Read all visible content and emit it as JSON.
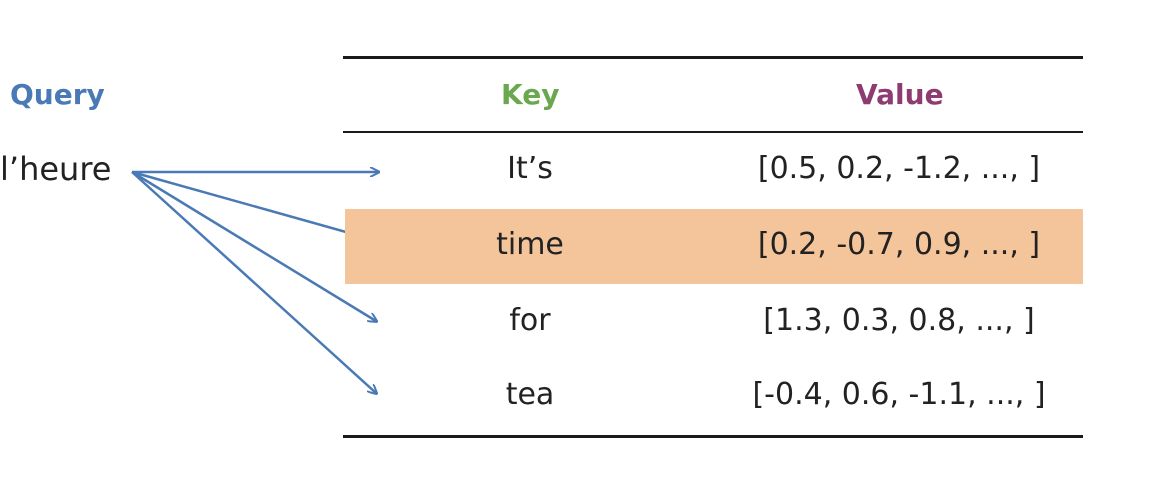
{
  "query": {
    "label": "Query",
    "word": "l’heure"
  },
  "table": {
    "headers": {
      "key": "Key",
      "value": "Value"
    },
    "rows": [
      {
        "key": "It’s",
        "value": "[0.5, 0.2, -1.2, ..., ]",
        "highlighted": false
      },
      {
        "key": "time",
        "value": "[0.2, -0.7, 0.9, ..., ]",
        "highlighted": true
      },
      {
        "key": "for",
        "value": "[1.3, 0.3, 0.8, ..., ]",
        "highlighted": false
      },
      {
        "key": "tea",
        "value": "[-0.4, 0.6, -1.1, ..., ]",
        "highlighted": false
      }
    ]
  },
  "colors": {
    "query": "#4a7ab5",
    "key_header": "#6aa84f",
    "value_header": "#8e3b72",
    "highlight": "#f4c49a",
    "arrow": "#4a7ab5"
  }
}
